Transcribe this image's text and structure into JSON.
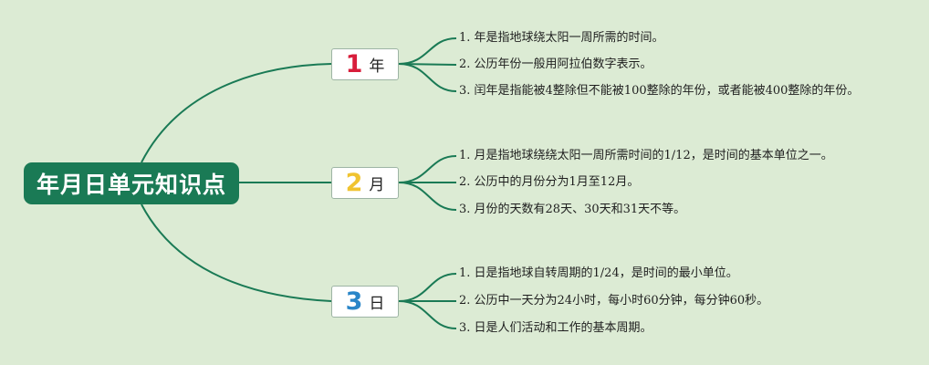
{
  "root": {
    "title": "年月日单元知识点"
  },
  "colors": {
    "background": "#dcebd4",
    "line": "#1a7a55",
    "root_fill": "#1a7a55"
  },
  "branches": [
    {
      "num": "1",
      "num_color": "#d81e3b",
      "label": "年",
      "items": [
        "1. 年是指地球绕太阳一周所需的时间。",
        "2. 公历年份一般用阿拉伯数字表示。",
        "3. 闰年是指能被4整除但不能被100整除的年份，或者能被400整除的年份。"
      ]
    },
    {
      "num": "2",
      "num_color": "#f0c330",
      "label": "月",
      "items": [
        "1. 月是指地球绕绕太阳一周所需时间的1/12，是时间的基本单位之一。",
        "2. 公历中的月份分为1月至12月。",
        "3. 月份的天数有28天、30天和31天不等。"
      ]
    },
    {
      "num": "3",
      "num_color": "#2a86c8",
      "label": "日",
      "items": [
        "1. 日是指地球自转周期的1/24，是时间的最小单位。",
        "2. 公历中一天分为24小时，每小时60分钟，每分钟60秒。",
        "3. 日是人们活动和工作的基本周期。"
      ]
    }
  ]
}
